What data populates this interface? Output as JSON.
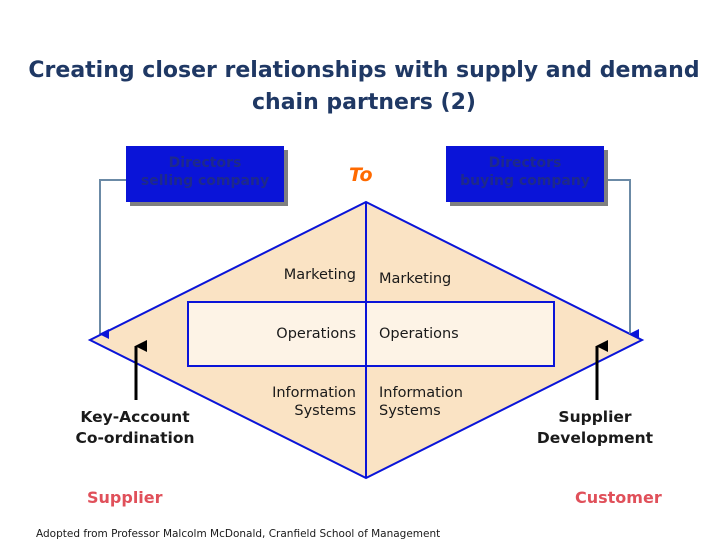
{
  "slide": {
    "title_line1": "Creating closer relationships with supply and demand",
    "title_line2": "chain partners (2)",
    "box_left": {
      "line1": "Directors",
      "line2": "selling company"
    },
    "box_right": {
      "line1": "Directors",
      "line2": "buying company"
    },
    "to_label": "To",
    "left_functions": [
      "Marketing",
      "Operations",
      "Information",
      "Systems"
    ],
    "right_functions": [
      "Marketing",
      "Operations",
      "Information",
      "Systems"
    ],
    "left_side_label": {
      "line1": "Key-Account",
      "line2": "Co-ordination"
    },
    "right_side_label": {
      "line1": "Supplier",
      "line2": "Development"
    },
    "left_party": "Supplier",
    "right_party": "Customer",
    "footnote": "Adopted from Professor Malcolm McDonald, Cranfield School of Management"
  },
  "colors": {
    "title": "#1f3864",
    "box_fill": "#0a14d8",
    "box_text": "#1e2a8a",
    "to": "#ff6a00",
    "diamond_fill": "#fae3c4",
    "party": "#e0505a",
    "connector": "#6b8aa6"
  }
}
